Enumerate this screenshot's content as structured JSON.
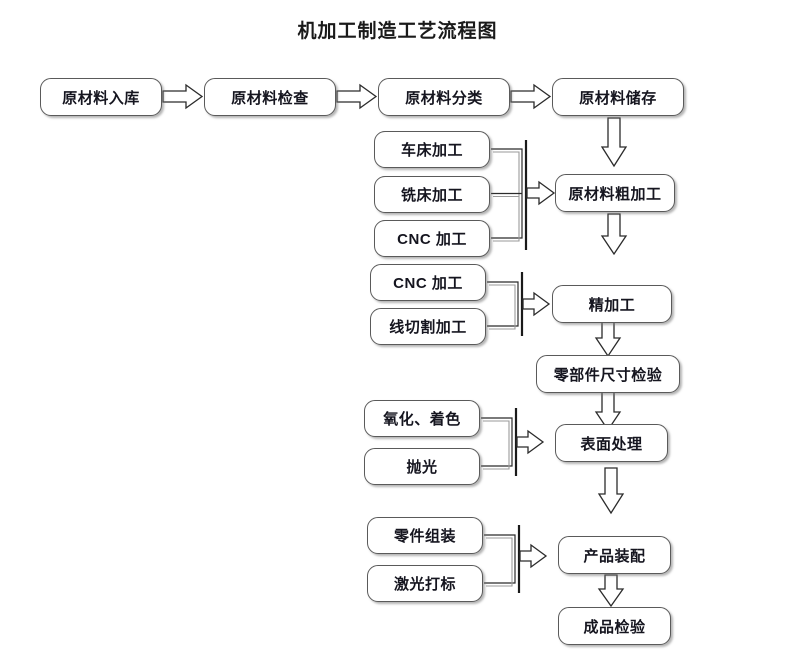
{
  "diagram": {
    "title": "机加工制造工艺流程图",
    "type": "flowchart",
    "colors": {
      "box_fill": "#ffffff",
      "box_border": "#5a5a5a",
      "text": "#15151f",
      "arrow_fill": "#ffffff",
      "arrow_stroke": "#2b2b2b"
    },
    "top_row": [
      {
        "id": "n1",
        "label": "原材料入库"
      },
      {
        "id": "n2",
        "label": "原材料检查"
      },
      {
        "id": "n3",
        "label": "原材料分类"
      },
      {
        "id": "n4",
        "label": "原材料储存"
      }
    ],
    "group_rough": {
      "inputs": [
        {
          "id": "g1a",
          "label": "车床加工"
        },
        {
          "id": "g1b",
          "label": "铣床加工"
        },
        {
          "id": "g1c",
          "label": "CNC 加工"
        }
      ],
      "target": {
        "id": "n5",
        "label": "原材料粗加工"
      }
    },
    "group_finish": {
      "inputs": [
        {
          "id": "g2a",
          "label": "CNC 加工"
        },
        {
          "id": "g2b",
          "label": "线切割加工"
        }
      ],
      "target": {
        "id": "n6",
        "label": "精加工"
      }
    },
    "inspect_node": {
      "id": "n7",
      "label": "零部件尺寸检验"
    },
    "group_surface": {
      "inputs": [
        {
          "id": "g3a",
          "label": "氧化、着色"
        },
        {
          "id": "g3b",
          "label": "抛光"
        }
      ],
      "target": {
        "id": "n8",
        "label": "表面处理"
      }
    },
    "group_assembly": {
      "inputs": [
        {
          "id": "g4a",
          "label": "零件组装"
        },
        {
          "id": "g4b",
          "label": "激光打标"
        }
      ],
      "target": {
        "id": "n9",
        "label": "产品装配"
      }
    },
    "final_node": {
      "id": "n10",
      "label": "成品检验"
    }
  }
}
